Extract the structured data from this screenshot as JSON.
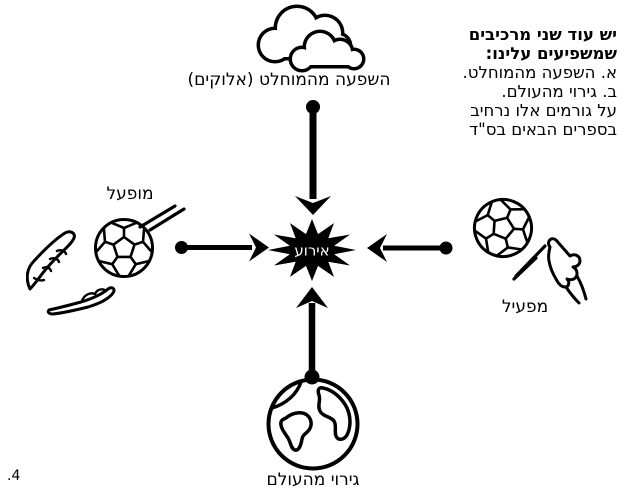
{
  "colors": {
    "ink": "#000000",
    "paper": "#ffffff"
  },
  "page_number": ".4",
  "notes": {
    "lines": [
      "יש עוד שני מרכיבים",
      "שמשפיעים עלינו:",
      "א. השפעה מהמוחלט.",
      "ב. גירוי מהעולם.",
      "על גורמים אלו נרחיב",
      "בספרים הבאים בס\"ד"
    ]
  },
  "diagram": {
    "center": {
      "label": "אירוע",
      "shape": "starburst"
    },
    "top": {
      "label": "השפעה מהמוחלט (אלוקים)",
      "icon": "cloud-icon"
    },
    "left": {
      "label": "מופעל",
      "icons": [
        "soccer-ball-icon",
        "reaching-hand-icon",
        "open-palm-icon",
        "motion-lines-icon"
      ]
    },
    "right": {
      "label": "מפעיל",
      "icons": [
        "soccer-ball-icon",
        "throwing-hand-icon",
        "motion-lines-icon"
      ]
    },
    "bottom": {
      "label": "גירוי מהעולם",
      "icon": "globe-icon"
    },
    "arrows": [
      {
        "from": "top",
        "to": "center"
      },
      {
        "from": "left",
        "to": "center"
      },
      {
        "from": "right",
        "to": "center"
      },
      {
        "from": "bottom",
        "to": "center"
      }
    ]
  }
}
